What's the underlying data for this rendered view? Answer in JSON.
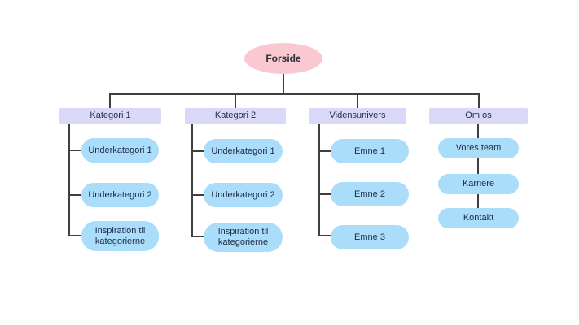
{
  "diagram": {
    "type": "sitemap-tree",
    "root": {
      "label": "Forside"
    },
    "columns": [
      {
        "header": "Kategori 1",
        "children": [
          "Underkategori 1",
          "Underkategori 2",
          "Inspiration til kategorierne"
        ]
      },
      {
        "header": "Kategori 2",
        "children": [
          "Underkategori 1",
          "Underkategori 2",
          "Inspiration til kategorierne"
        ]
      },
      {
        "header": "Vidensunivers",
        "children": [
          "Emne 1",
          "Emne 2",
          "Emne 3"
        ]
      },
      {
        "header": "Om os",
        "children": [
          "Vores team",
          "Karriere",
          "Kontakt"
        ]
      }
    ],
    "colors": {
      "root_fill": "#f9c8d1",
      "header_fill": "#d9d8f8",
      "child_fill": "#a9ddf9",
      "connector": "#3f3f3f",
      "text": "#1f2a44",
      "background": "#ffffff"
    }
  }
}
